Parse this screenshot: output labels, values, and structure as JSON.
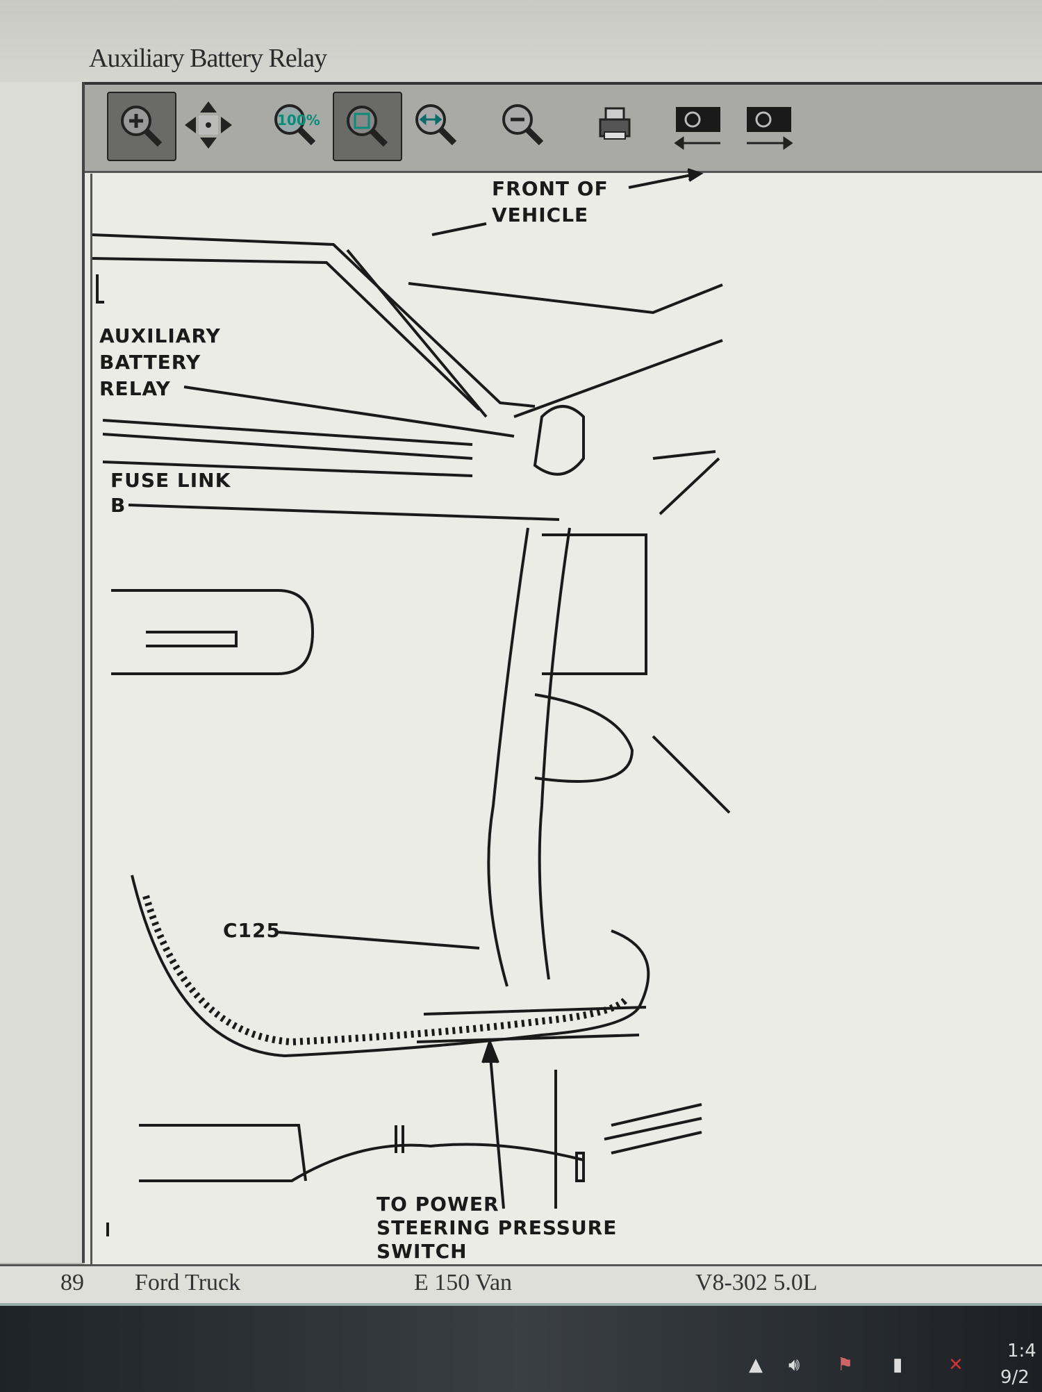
{
  "window": {
    "title": "Auxiliary Battery Relay"
  },
  "toolbar": {
    "buttons": [
      {
        "name": "zoom-in",
        "icon": "zoom-in-icon",
        "active": true
      },
      {
        "name": "pan",
        "icon": "pan-arrows-icon",
        "active": false
      },
      {
        "name": "zoom-100",
        "icon": "zoom-100-icon",
        "label": "100%",
        "active": false
      },
      {
        "name": "zoom-fit",
        "icon": "zoom-fit-icon",
        "active": true
      },
      {
        "name": "zoom-width",
        "icon": "zoom-width-icon",
        "active": false
      },
      {
        "name": "zoom-out",
        "icon": "zoom-out-icon",
        "active": false
      },
      {
        "name": "print",
        "icon": "printer-icon",
        "active": false
      },
      {
        "name": "previous-image",
        "icon": "camera-back-icon",
        "active": false
      },
      {
        "name": "next-image",
        "icon": "camera-forward-icon",
        "active": false
      }
    ]
  },
  "diagram": {
    "labels": {
      "front_1": "FRONT OF",
      "front_2": "VEHICLE",
      "relay_1": "AUXILIARY",
      "relay_2": "BATTERY",
      "relay_3": "RELAY",
      "fuse_1": "FUSE LINK",
      "fuse_2": "B",
      "connector": "C125",
      "ps_1": "TO POWER",
      "ps_2": "STEERING PRESSURE",
      "ps_3": "SWITCH"
    }
  },
  "footer": {
    "year": "89",
    "make": "Ford Truck",
    "model": "E 150 Van",
    "engine": "V8-302 5.0L"
  },
  "taskbar": {
    "clock_time": "1:4",
    "clock_date": "9/2"
  }
}
